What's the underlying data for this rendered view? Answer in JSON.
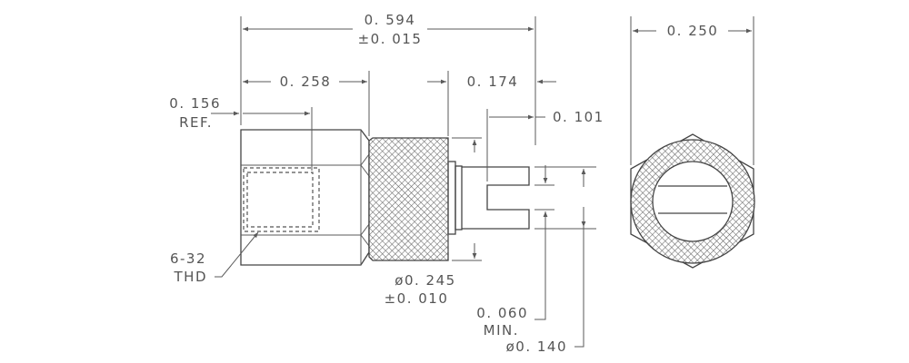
{
  "dimensions": {
    "overall_length": "0. 594",
    "overall_tolerance": "±0. 015",
    "hex_length": "0. 258",
    "knurl_to_end": "0. 174",
    "slot_depth": "0. 101",
    "thread_depth": "0. 156",
    "thread_depth_note": "REF.",
    "thread": "6-32",
    "thread_note": "THD",
    "knurl_diameter": "ø0. 245",
    "knurl_tolerance": "±0. 010",
    "slot_width": "0. 060",
    "slot_width_note": "MIN.",
    "pin_diameter": "ø0. 140",
    "hex_across_flats": "0. 250"
  },
  "colors": {
    "line": "#5a5a5a",
    "knurl": "#666666",
    "background": "#ffffff"
  }
}
